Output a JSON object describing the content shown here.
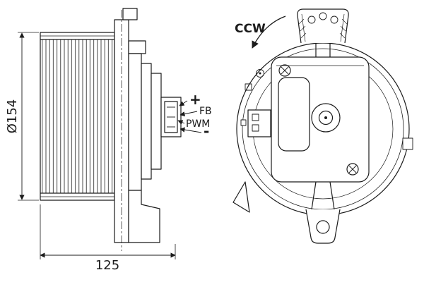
{
  "colors": {
    "ink": "#1b1b1b",
    "paper": "#ffffff"
  },
  "side_view": {
    "diameter_label": "Ø154",
    "depth_label": "125",
    "connector_pins": {
      "plus": "+",
      "fb": "FB",
      "pwm": "PWM",
      "minus": "-"
    }
  },
  "rear_view": {
    "rotation_label": "CCW"
  }
}
